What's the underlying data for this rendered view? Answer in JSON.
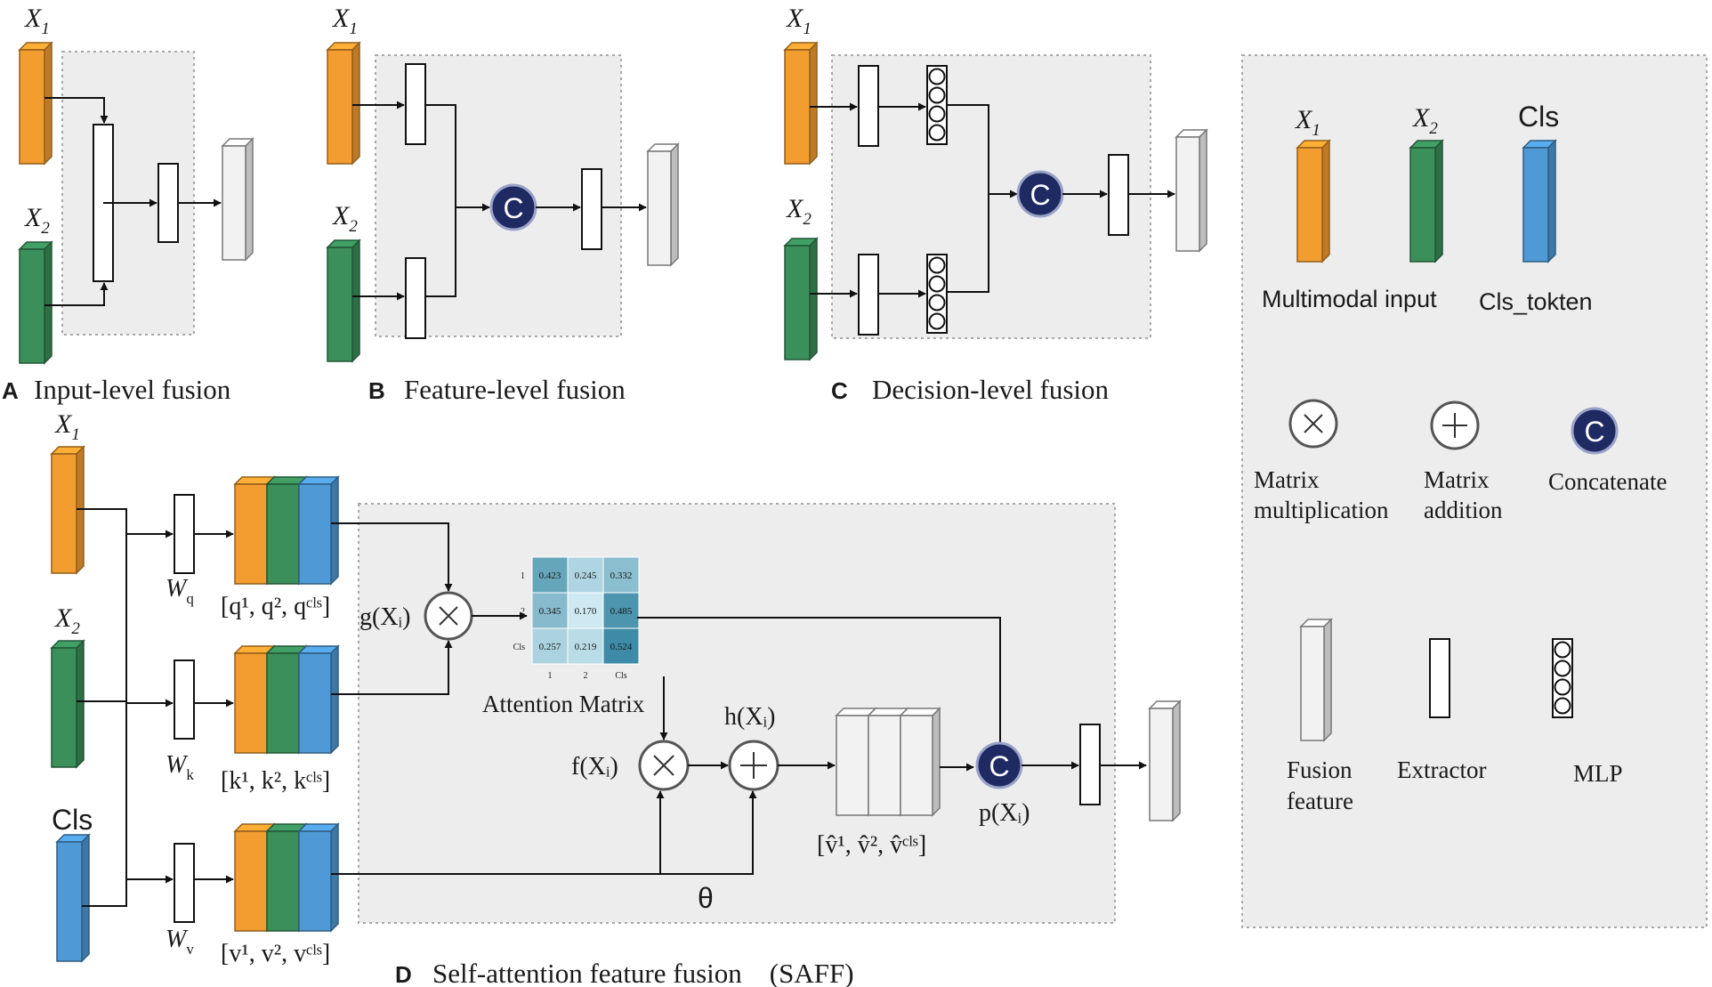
{
  "panels": {
    "a": {
      "letter": "A",
      "title": "Input-level fusion"
    },
    "b": {
      "letter": "B",
      "title": "Feature-level fusion"
    },
    "c": {
      "letter": "C",
      "title": "Decision-level fusion"
    },
    "d": {
      "letter": "D",
      "title": "Self-attention feature fusion　(SAFF)"
    }
  },
  "inputs": {
    "x1": "X",
    "x2": "X",
    "sub1": "1",
    "sub2": "2",
    "cls": "Cls"
  },
  "concat_symbol": "C",
  "legend": {
    "cls_header": "Cls",
    "multimodal_input": "Multimodal input",
    "cls_token": "Cls_tokten",
    "matrix_multiplication": [
      "Matrix",
      "multiplication"
    ],
    "matrix_addition": [
      "Matrix",
      "addition"
    ],
    "concatenate": "Concatenate",
    "fusion_feature": [
      "Fusion",
      "feature"
    ],
    "extractor": "Extractor",
    "mlp": "MLP"
  },
  "saff": {
    "wq": "W",
    "wq_sub": "q",
    "wk": "W",
    "wk_sub": "k",
    "wv": "W",
    "wv_sub": "v",
    "q_vec": "[q¹, q², qᶜˡˢ]",
    "k_vec": "[k¹, k², kᶜˡˢ]",
    "v_vec": "[v¹, v², vᶜˡˢ]",
    "vhat_vec": "[v̂¹, v̂², v̂ᶜˡˢ]",
    "g": "g(Xᵢ)",
    "f": "f(Xᵢ)",
    "h": "h(Xᵢ)",
    "p": "p(Xᵢ)",
    "theta": "θ",
    "attention_label": "Attention Matrix"
  },
  "attention_matrix": {
    "row_labels": [
      "1",
      "2",
      "Cls"
    ],
    "col_labels": [
      "1",
      "2",
      "Cls"
    ],
    "values": [
      [
        0.423,
        0.245,
        0.332
      ],
      [
        0.345,
        0.17,
        0.485
      ],
      [
        0.257,
        0.219,
        0.524
      ]
    ]
  },
  "colors": {
    "x1": "#f39c2f",
    "x2": "#3a8f5a",
    "cls": "#4f9ad6",
    "fusion": "#f2f2f2",
    "concat": "#1f2a63",
    "panel_bg": "#ededed"
  }
}
